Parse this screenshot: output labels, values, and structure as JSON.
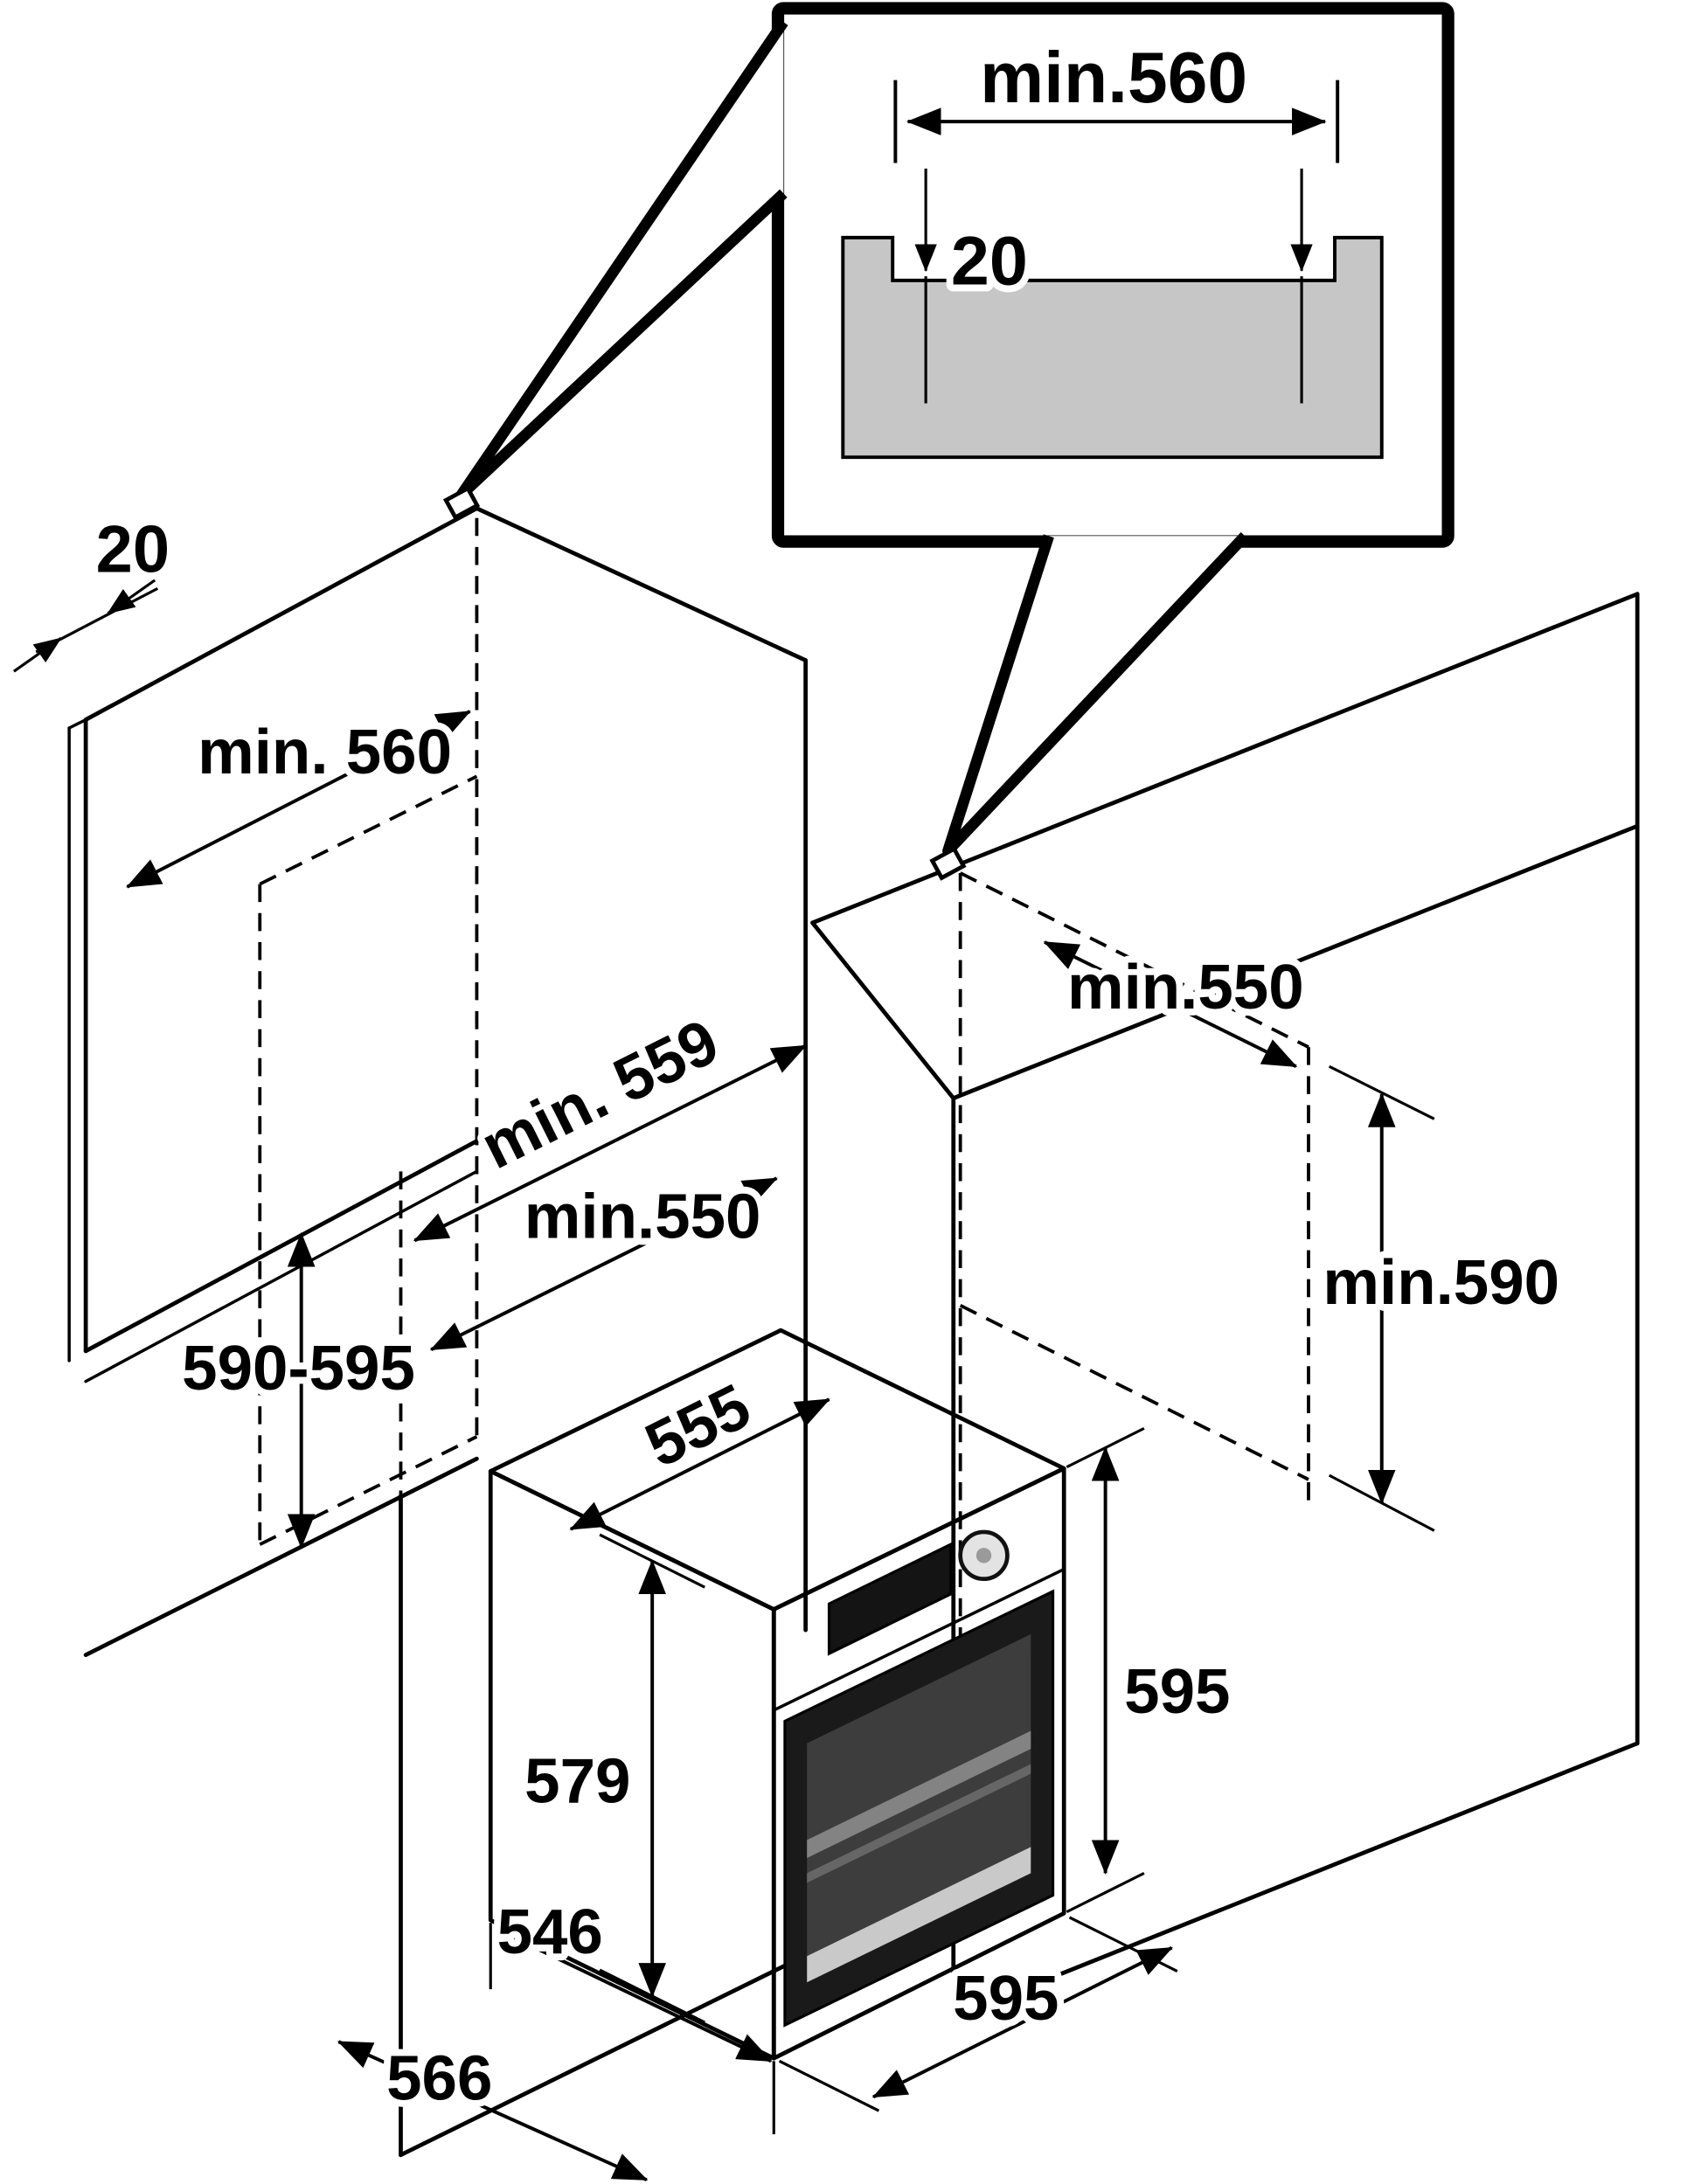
{
  "diagram": {
    "callout": {
      "width": "min.560",
      "edge_offset": "20"
    },
    "tall_cabinet": {
      "panel_thickness": "20",
      "niche_width": "min. 560",
      "front_clearance": "min. 559",
      "niche_depth": "min.550",
      "niche_height": "590-595"
    },
    "base_cabinet": {
      "niche_depth": "min.550",
      "niche_height": "min.590"
    },
    "oven": {
      "body_width": "555",
      "body_height": "579",
      "front_height": "595",
      "body_depth": "546",
      "depth_with_front": "566",
      "front_width": "595"
    }
  },
  "colors": {
    "line": "#000000",
    "profile_fill": "#c6c6c6",
    "oven_side": "#e6e6e6",
    "oven_top": "#f0f0f0",
    "oven_front": "#f7f7f7",
    "door": "#1a1a1a",
    "glass": "#3d3d3d",
    "door_band": "#c9c9c9",
    "display": "#141414",
    "stripe": "#8f8f8f"
  }
}
